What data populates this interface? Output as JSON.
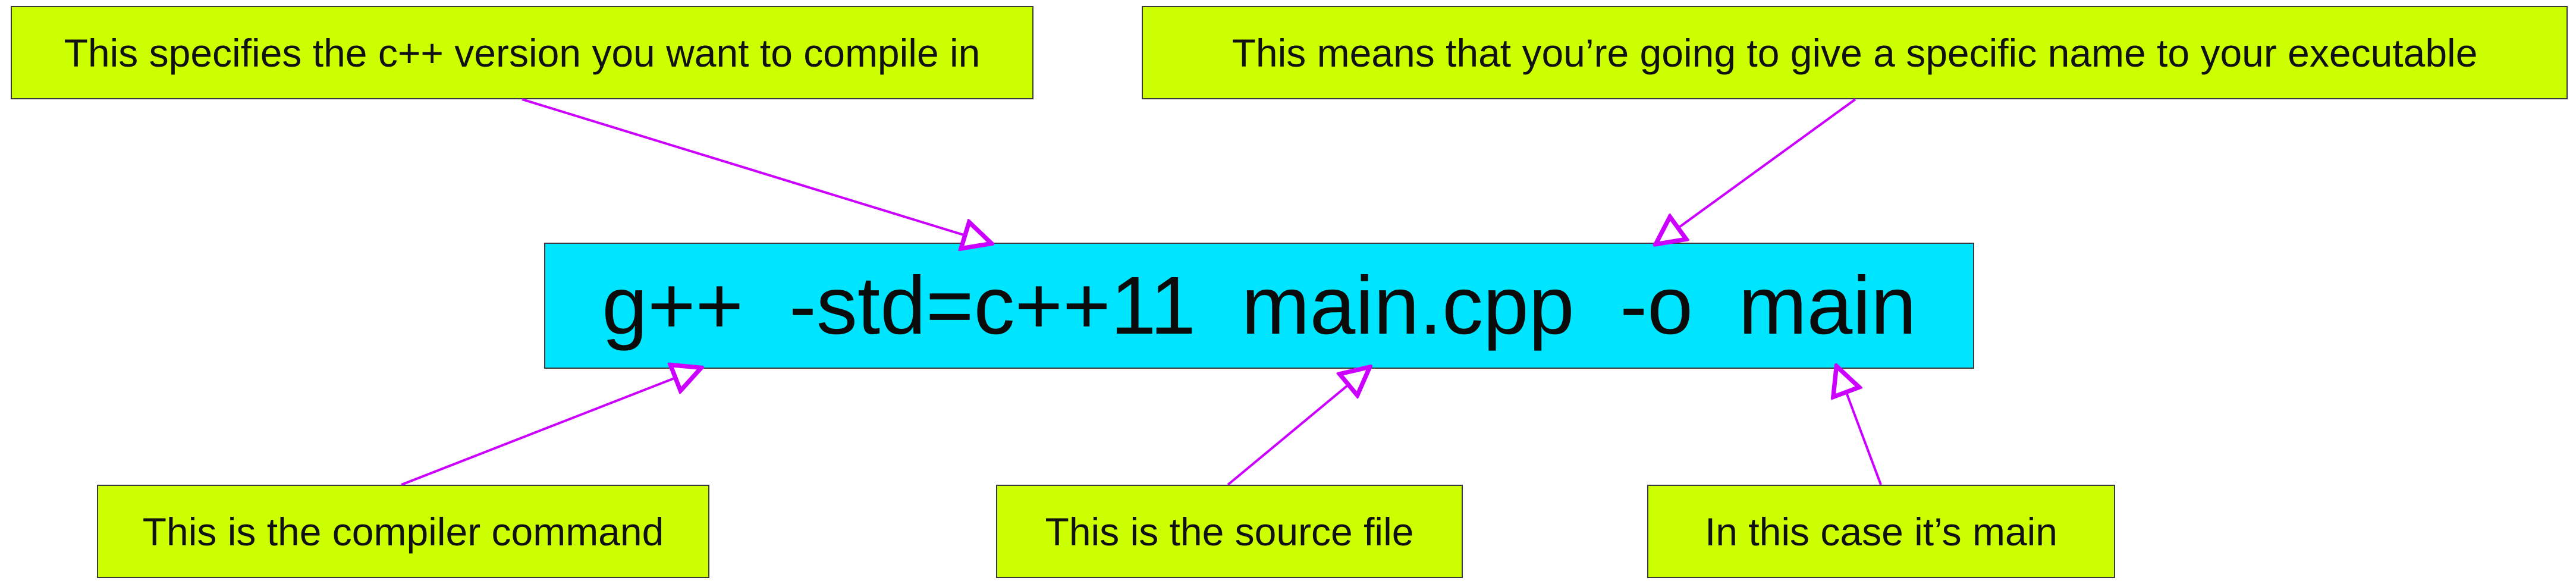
{
  "command": "g++  -std=c++11  main.cpp  -o  main",
  "annotations": {
    "version": "This specifies the c++ version you want to compile in",
    "name_flag": "This means that you’re going to give a specific name to your executable",
    "compiler": "This is the compiler command",
    "source": "This is the source file",
    "output": "In this case it’s main"
  },
  "colors": {
    "command_box": "#00e5ff",
    "annotation_box": "#ccff00",
    "arrow": "#cc00ff"
  }
}
